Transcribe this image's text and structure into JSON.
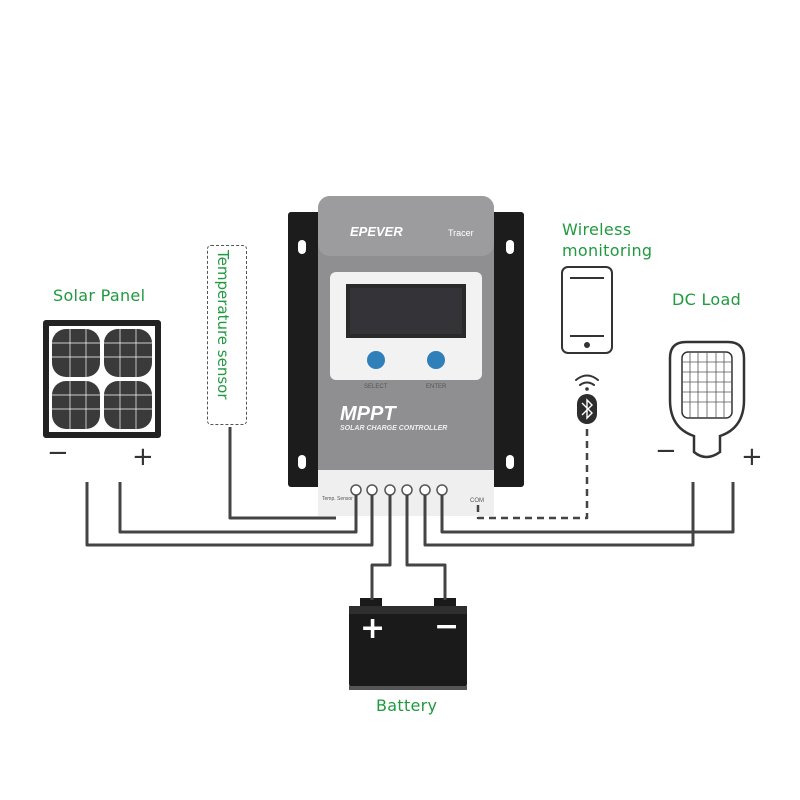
{
  "labels": {
    "solar_panel": "Solar Panel",
    "temperature_sensor": "Temperature sensor",
    "wireless_monitoring_line1": "Wireless",
    "wireless_monitoring_line2": "monitoring",
    "dc_load": "DC Load",
    "battery": "Battery"
  },
  "signs": {
    "solar_minus": "−",
    "solar_plus": "+",
    "load_minus": "−",
    "load_plus": "+",
    "battery_plus": "+",
    "battery_minus": "−"
  },
  "controller": {
    "brand": "EPEVER",
    "model": "Tracer",
    "title": "MPPT",
    "subtitle": "SOLAR CHARGE CONTROLLER",
    "button_select": "SELECT",
    "button_enter": "ENTER",
    "port_temp": "Temp. Sensor",
    "port_com": "COM"
  },
  "colors": {
    "label_green": "#1f9a3f",
    "wire": "#444444",
    "controller_body": "#8f8f91",
    "display_blue": "#2f7fb8",
    "battery_black": "#1a1a1a"
  }
}
